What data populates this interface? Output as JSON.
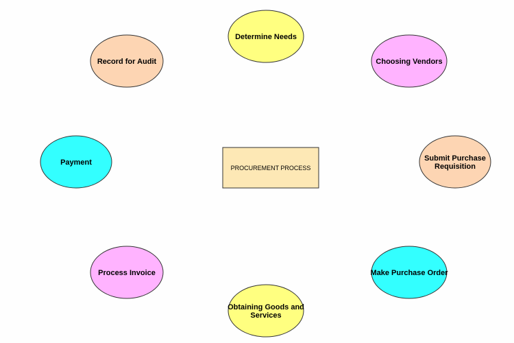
{
  "diagram": {
    "center": {
      "label": "PROCUREMENT PROCESS",
      "fill": "#fde8b5"
    },
    "nodes": [
      {
        "id": "determine-needs",
        "lines": [
          "Determine Needs"
        ],
        "fill": "#ffff80"
      },
      {
        "id": "choosing-vendors",
        "lines": [
          "Choosing Vendors"
        ],
        "fill": "#ffb3ff"
      },
      {
        "id": "submit-purchase-requisition",
        "lines": [
          "Submit Purchase",
          "Requisition"
        ],
        "fill": "#fdd5b3"
      },
      {
        "id": "make-purchase-order",
        "lines": [
          "Make Purchase Order"
        ],
        "fill": "#33ffff"
      },
      {
        "id": "obtaining-goods-and-services",
        "lines": [
          "Obtaining Goods and",
          "Services"
        ],
        "fill": "#ffff80"
      },
      {
        "id": "process-invoice",
        "lines": [
          "Process Invoice"
        ],
        "fill": "#ffb3ff"
      },
      {
        "id": "payment",
        "lines": [
          "Payment"
        ],
        "fill": "#33ffff"
      },
      {
        "id": "record-for-audit",
        "lines": [
          "Record for Audit"
        ],
        "fill": "#fdd5b3"
      }
    ]
  }
}
